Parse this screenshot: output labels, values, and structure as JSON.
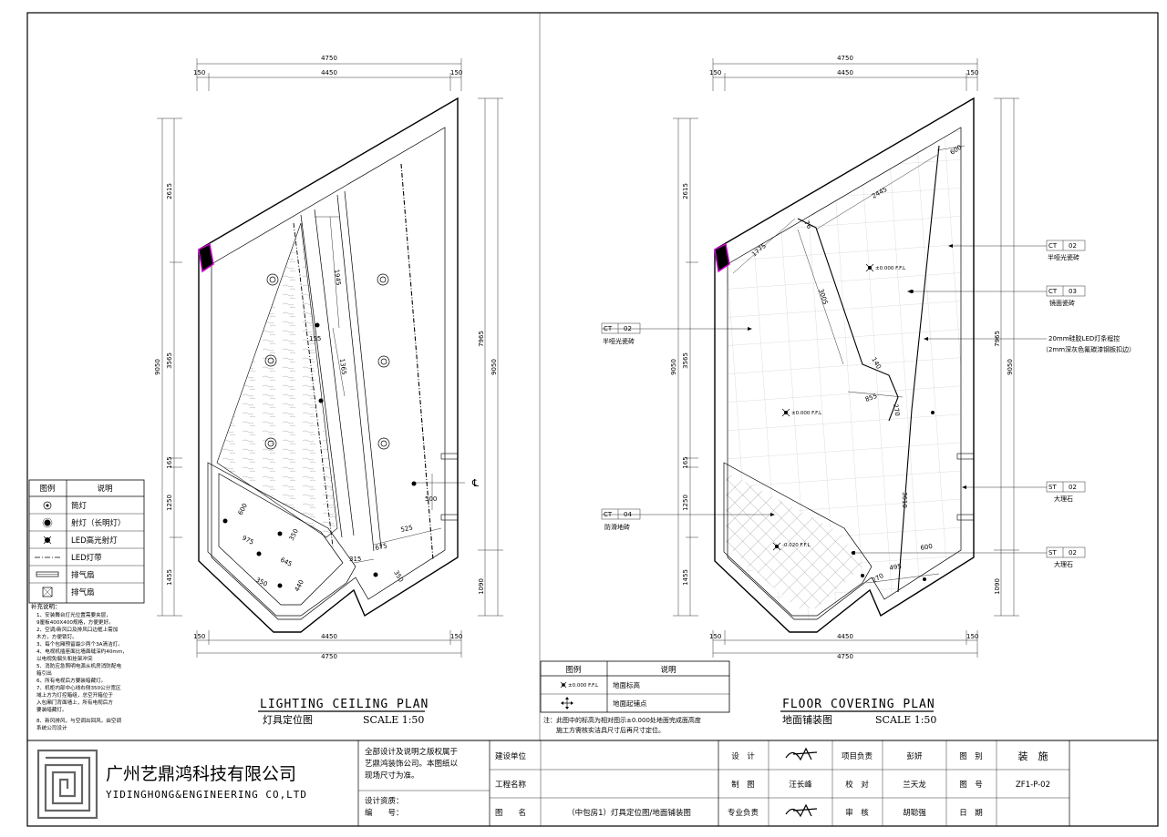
{
  "dims": {
    "width_total": "4750",
    "width_inner": "4450",
    "edge": "150",
    "height_total": "9050",
    "height_right": "7965",
    "d2615": "2615",
    "d3565": "3565",
    "d165": "165",
    "d1250": "1250",
    "d1455": "1455",
    "d1090": "1090",
    "centerline": "℄"
  },
  "left_plan": {
    "title": "LIGHTING CEILING PLAN",
    "subtitle": "灯具定位图",
    "scale": "SCALE 1:50",
    "labels": [
      "1945",
      "155",
      "1365",
      "500",
      "600",
      "975",
      "350",
      "645",
      "350",
      "440",
      "315",
      "675",
      "525",
      "350"
    ]
  },
  "right_plan": {
    "title": "FLOOR COVERING PLAN",
    "subtitle": "地面铺装图",
    "scale": "SCALE 1:50",
    "labels": [
      "600",
      "2445",
      "76",
      "1775",
      "3005",
      "140",
      "855",
      "270",
      "3610",
      "495",
      "270",
      "600"
    ],
    "levels": [
      "±0.000 F.F.L",
      "±0.000 F.F.L",
      "-0.020 F.F.L"
    ],
    "callouts": [
      {
        "code": "CT",
        "num": "02",
        "text": "半哑光瓷砖"
      },
      {
        "code": "CT",
        "num": "03",
        "text": "镜面瓷砖"
      },
      {
        "code": "CT",
        "num": "02",
        "text": "半哑光瓷砖"
      },
      {
        "code": "ST",
        "num": "02",
        "text": "大理石"
      },
      {
        "code": "CT",
        "num": "04",
        "text": "防滑地砖"
      },
      {
        "code": "ST",
        "num": "02",
        "text": "大理石"
      }
    ],
    "led_note_1": "20mm硅胶LED灯条程控",
    "led_note_2": "（2mm深灰色氟碳漆钢板扣边）"
  },
  "legend_left": {
    "head_icon": "图例",
    "head_desc": "说明",
    "rows": [
      {
        "icon": "downlight-icon",
        "text": "筒灯"
      },
      {
        "icon": "spotlight-icon",
        "text": "射灯（长明灯）"
      },
      {
        "icon": "led-spot-icon",
        "text": "LED高光射灯"
      },
      {
        "icon": "led-strip-icon",
        "text": "LED灯带"
      },
      {
        "icon": "exhaust-fan-icon",
        "text": "排气扇"
      },
      {
        "icon": "exhaust-box-icon",
        "text": "排气扇"
      }
    ],
    "notes_title": "补充说明：",
    "notes": [
      "1、安装舞台灯光位置需要夹层，",
      "   9厘板400X400规格，方便更好。",
      "2、空调/新风口及排风口边框上需加",
      "   木方，方便锁钉。",
      "3、每个包厢预留最少两个3A清洁灯。",
      "4、电视机插座面比墙面缝深约40mm，",
      "   以电视免烟头和挂架冲突",
      "5、消防应急照明电源从机房消防配电",
      "   箱引出",
      "6、所有电视后方要装暗藏灯。",
      "7、机柜内部中心线右侧350公分宽区",
      "   域上方为灯控箱组，总空开箱位于",
      "   入包厢门背面墙上，所有电视后方",
      "   要装暗藏灯。",
      "8、新风排风，与空调出回风，由空调",
      "   系统公司设计"
    ]
  },
  "legend_right": {
    "head_icon": "图例",
    "head_desc": "说明",
    "rows": [
      {
        "sym": "±0.000 F.F.L",
        "text": "地面标高"
      },
      {
        "sym": "",
        "text": "地面起铺点"
      }
    ],
    "note_1": "注：此图中的标高为相对图示±0.000处地面完成面高度",
    "note_2": "施工方需核实洁具尺寸后再尺寸定位。"
  },
  "title_block": {
    "company_cn": "广州艺鼎鸿科技有限公司",
    "company_en": "YIDINGHONG&ENGINEERING CO,LTD",
    "copyright_1": "全部设计及说明之版权属于",
    "copyright_2": "艺鼎鸿装饰公司。本图纸以",
    "copyright_3": "现场尺寸为准。",
    "qual_label": "设计资质：",
    "code_label": "编　　号：",
    "build_unit": "建设单位",
    "project_name": "工程名称",
    "drawing_name_label": "图　　名",
    "drawing_name": "（中包房1）灯具定位图/地面铺装图",
    "design": "设　计",
    "drafting": "制　图",
    "discipline_lead": "专业负责",
    "drafter_name": "汪长峰",
    "project_lead": "项目负责",
    "project_lead_name": "彭妍",
    "check": "校　对",
    "check_name": "兰天龙",
    "review": "审　核",
    "review_name": "胡聪强",
    "category_label": "图　别",
    "category": "装　施",
    "number_label": "图　号",
    "number": "ZF1-P-02",
    "date_label": "日　期"
  }
}
